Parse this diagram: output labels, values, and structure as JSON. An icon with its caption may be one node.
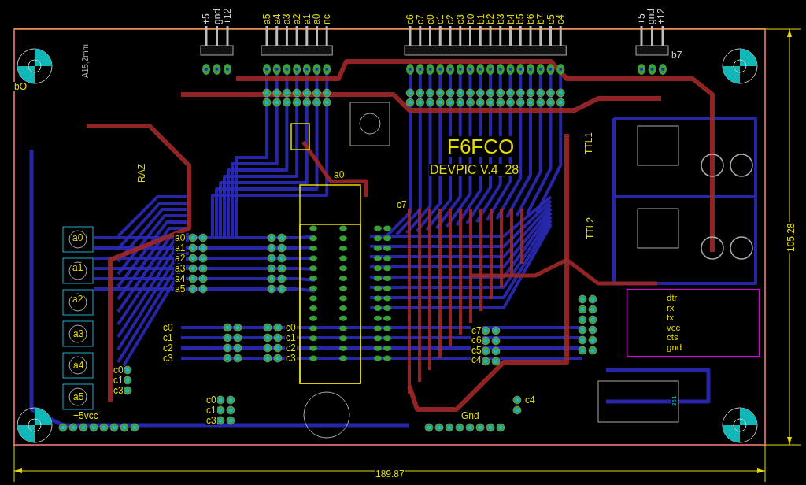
{
  "diagram": {
    "nodes": [
      {
        "text": [
          "dtr",
          "rx",
          "tx",
          "vcc",
          "cts",
          "gnd"
        ]
      }
    ],
    "labels": [
      "+5",
      "gnd",
      "+12",
      "a5",
      "a4",
      "a3",
      "a2",
      "a1",
      "a0",
      "nc",
      "c6",
      "c7",
      "c0",
      "c1",
      "c2",
      "c3",
      "b0",
      "b1",
      "b2",
      "b3",
      "b4",
      "b5",
      "b6",
      "b7",
      "c5",
      "c4",
      "+5",
      "gnd",
      "+12",
      "b7",
      "A15,2mm",
      "bO",
      "F6FCO",
      "TTL1",
      "RAZ",
      "DEVPIC V.4_28",
      "a0",
      "c7",
      "TTL2",
      "a0",
      "a0",
      "a1",
      "a2",
      "a3",
      "a4",
      "a5",
      "105.28",
      "a1",
      "a2",
      "c0",
      "c0",
      "c7",
      "c1",
      "c1",
      "c6",
      "c2",
      "c2",
      "c5",
      "c3",
      "c3",
      "c4",
      "a3",
      "a4",
      "c0",
      "c1",
      "c3",
      "a5",
      "c0",
      "c4",
      "c1",
      "+5vcc",
      "c3",
      "Gnd",
      "351",
      "189.87"
    ]
  }
}
